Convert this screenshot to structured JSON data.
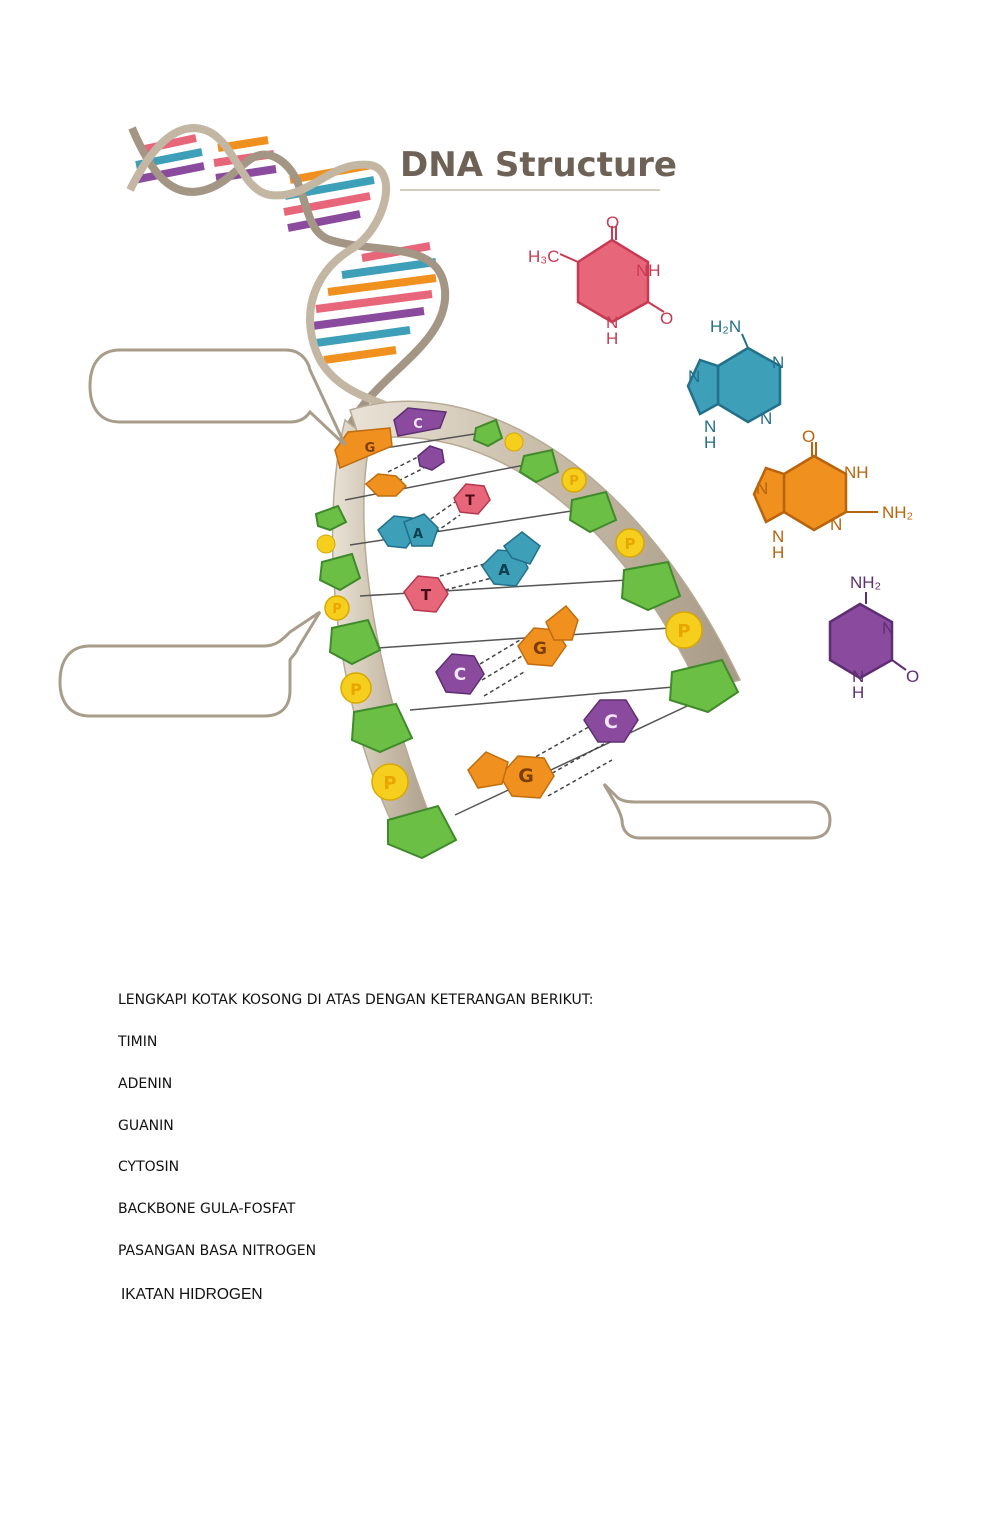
{
  "title": "DNA Structure",
  "colors": {
    "thymine": "#e8667a",
    "adenine": "#3d9fb8",
    "guanine": "#f0901e",
    "cytosine": "#8a4a9e",
    "sugar": "#6cbf45",
    "phosphate": "#f6cf1e",
    "backbone": "#cfc5b4",
    "title": "#6e6256"
  },
  "base_labels": {
    "thymine": "T",
    "adenine": "A",
    "guanine": "G",
    "cytosine": "C",
    "phosphate": "P"
  },
  "molecules": {
    "thymine": {
      "ch3": "H₃C",
      "o_top": "O",
      "nh": "NH",
      "o_right": "O",
      "nh_bottom_n": "N",
      "nh_bottom_h": "H"
    },
    "adenine": {
      "nh2": "H₂N",
      "n1": "N",
      "n2": "N",
      "n3": "N",
      "n4": "N",
      "h": "H"
    },
    "guanine": {
      "o": "O",
      "nh": "NH",
      "n1": "N",
      "n2": "N",
      "n3": "N",
      "h": "H",
      "nh2": "NH₂"
    },
    "cytosine": {
      "nh2": "NH₂",
      "n1": "N",
      "nh_n": "N",
      "nh_h": "H",
      "o": "O"
    }
  },
  "blank_boxes": [
    {
      "id": "box-top-left",
      "value": ""
    },
    {
      "id": "box-mid-left",
      "value": ""
    },
    {
      "id": "box-bottom-right",
      "value": ""
    }
  ],
  "instruction": "LENGKAPI KOTAK KOSONG DI ATAS DENGAN KETERANGAN BERIKUT:",
  "terms": [
    "TIMIN",
    "ADENIN",
    "GUANIN",
    "CYTOSIN",
    "BACKBONE GULA-FOSFAT",
    "PASANGAN BASA NITROGEN",
    "IKATAN HIDROGEN"
  ]
}
